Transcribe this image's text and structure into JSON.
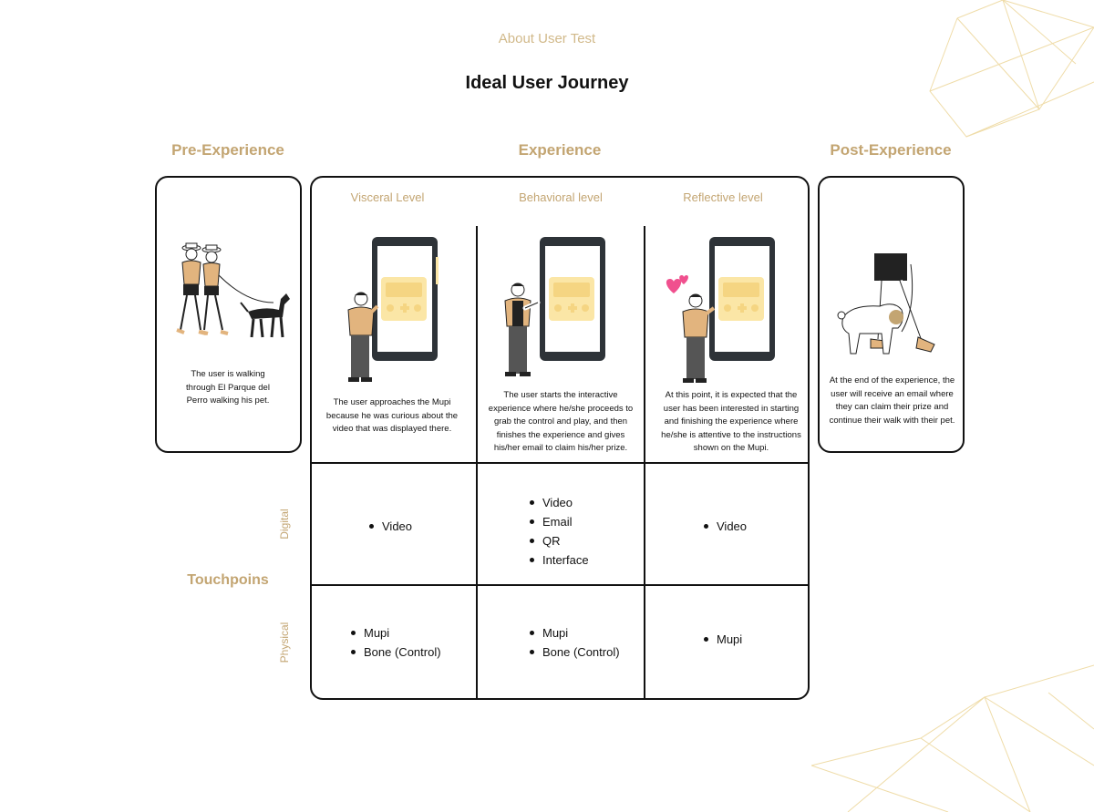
{
  "header": {
    "subtitle": "About User Test",
    "title": "Ideal User Journey"
  },
  "phases": {
    "pre": "Pre-Experience",
    "experience": "Experience",
    "post": "Post-Experience"
  },
  "levels": {
    "visceral": "Visceral Level",
    "behavioral": "Behavioral level",
    "reflective": "Reflective level"
  },
  "descriptions": {
    "pre": "The user is walking through El Parque del Perro walking his pet.",
    "visceral": "The user approaches the Mupi because he was curious about the video that was displayed there.",
    "behavioral": "The user starts the interactive experience where he/she proceeds to grab the control and play, and then finishes the experience and gives his/her email to claim his/her prize.",
    "reflective": "At this point, it is expected that the user has been interested in starting and finishing the experience where he/she is attentive to the instructions shown on the Mupi.",
    "post": "At the end of the experience, the user will receive an email where they can claim their prize and continue their walk with their pet."
  },
  "touchpoints": {
    "label": "Touchpoins",
    "digital_label": "Digital",
    "physical_label": "Physical",
    "digital": {
      "visceral": [
        "Video"
      ],
      "behavioral": [
        "Video",
        "Email",
        "QR",
        "Interface"
      ],
      "reflective": [
        "Video"
      ]
    },
    "physical": {
      "visceral": [
        "Mupi",
        "Bone (Control)"
      ],
      "behavioral": [
        "Mupi",
        "Bone (Control)"
      ],
      "reflective": [
        "Mupi"
      ]
    }
  },
  "colors": {
    "accent": "#c3a572",
    "screen": "#fbe6a6",
    "phone": "#2e3338",
    "skin": "#e2b47e",
    "heart": "#f0508e"
  },
  "icons": {
    "mupi": "phone-mupi-icon",
    "game": "game-controller-icon",
    "heart": "heart-icon"
  }
}
